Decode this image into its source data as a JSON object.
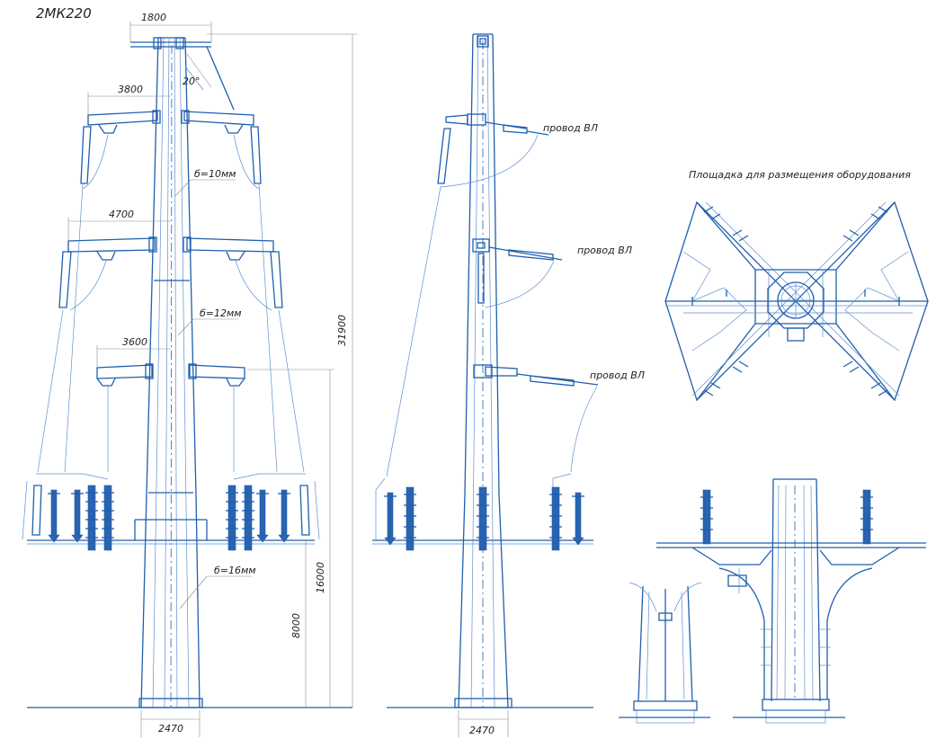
{
  "title": "2МК220",
  "front_view": {
    "dims": {
      "top_width": "1800",
      "angle": "20°",
      "arm1": "3800",
      "arm2": "4700",
      "arm3": "3600",
      "total_height": "31900",
      "height_platform": "16000",
      "height_lower": "8000",
      "base": "2470"
    },
    "wall_labels": [
      "б=10мм",
      "б=12мм",
      "б=16мм"
    ]
  },
  "side_view": {
    "wire_labels": [
      "провод ВЛ",
      "провод ВЛ",
      "провод ВЛ"
    ],
    "base": "2470"
  },
  "platform_plan": {
    "title": "Площадка для размещения оборудования"
  },
  "icons": [
    "insulator-icon",
    "arrester-icon",
    "octagon-icon"
  ]
}
